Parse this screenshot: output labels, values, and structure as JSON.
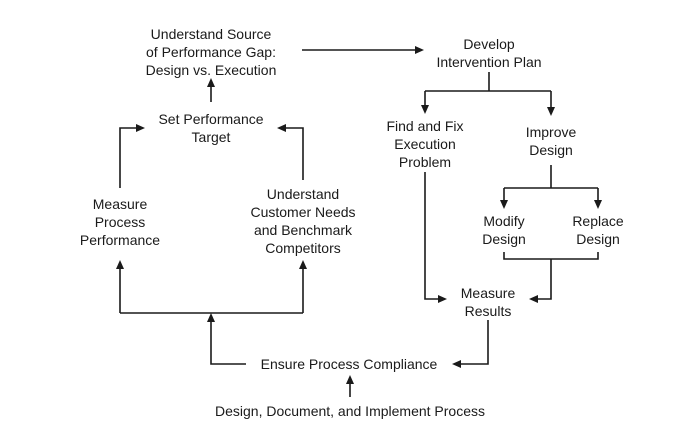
{
  "nodes": [
    {
      "id": "understand-source",
      "lines": [
        "Understand Source",
        "of Performance Gap:",
        "Design vs. Execution"
      ]
    },
    {
      "id": "develop-plan",
      "lines": [
        "Develop",
        "Intervention Plan"
      ]
    },
    {
      "id": "set-target",
      "lines": [
        "Set Performance",
        "Target"
      ]
    },
    {
      "id": "find-fix",
      "lines": [
        "Find and Fix",
        "Execution",
        "Problem"
      ]
    },
    {
      "id": "improve-design",
      "lines": [
        "Improve",
        "Design"
      ]
    },
    {
      "id": "measure-process",
      "lines": [
        "Measure",
        "Process",
        "Performance"
      ]
    },
    {
      "id": "understand-customer",
      "lines": [
        "Understand",
        "Customer Needs",
        "and Benchmark",
        "Competitors"
      ]
    },
    {
      "id": "modify-design",
      "lines": [
        "Modify",
        "Design"
      ]
    },
    {
      "id": "replace-design",
      "lines": [
        "Replace",
        "Design"
      ]
    },
    {
      "id": "measure-results",
      "lines": [
        "Measure",
        "Results"
      ]
    },
    {
      "id": "ensure-compliance",
      "lines": [
        "Ensure Process Compliance"
      ]
    },
    {
      "id": "design-document",
      "lines": [
        "Design, Document, and Implement Process"
      ]
    }
  ]
}
